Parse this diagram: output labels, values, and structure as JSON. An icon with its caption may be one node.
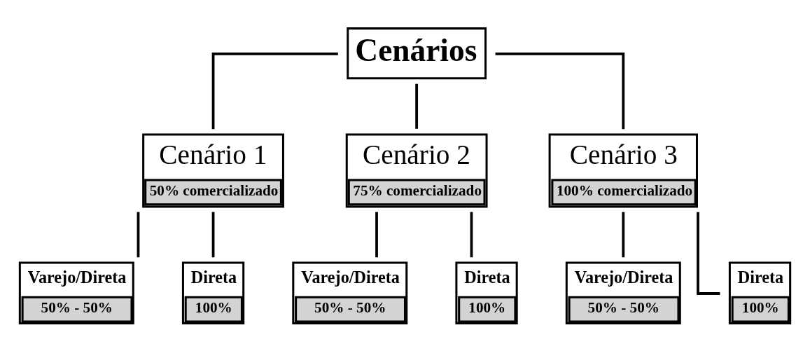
{
  "diagram": {
    "nodes": [
      {
        "text": [
          "Cenários"
        ]
      },
      {
        "text": [
          "Cenário 1",
          "50% comercializado"
        ]
      },
      {
        "text": [
          "Varejo/Direta",
          "50% - 50%"
        ]
      },
      {
        "text": [
          "Direta",
          "100%"
        ]
      },
      {
        "text": [
          "Cenário 2",
          "75% comercializado"
        ]
      },
      {
        "text": [
          "Varejo/Direta",
          "50% - 50%"
        ]
      },
      {
        "text": [
          "Direta",
          "100%"
        ]
      },
      {
        "text": [
          "Cenário 3",
          "100% comercializado"
        ]
      },
      {
        "text": [
          "Varejo/Direta",
          "50% - 50%"
        ]
      },
      {
        "text": [
          "Direta",
          "100%"
        ]
      }
    ],
    "edges": [
      {
        "from": 0,
        "to": 1,
        "arrow": "none"
      },
      {
        "from": 0,
        "to": 4,
        "arrow": "none"
      },
      {
        "from": 0,
        "to": 7,
        "arrow": "none"
      },
      {
        "from": 1,
        "to": 2,
        "arrow": "none"
      },
      {
        "from": 1,
        "to": 3,
        "arrow": "none"
      },
      {
        "from": 4,
        "to": 5,
        "arrow": "none"
      },
      {
        "from": 4,
        "to": 6,
        "arrow": "none"
      },
      {
        "from": 7,
        "to": 8,
        "arrow": "none"
      },
      {
        "from": 7,
        "to": 9,
        "arrow": "none"
      }
    ]
  }
}
